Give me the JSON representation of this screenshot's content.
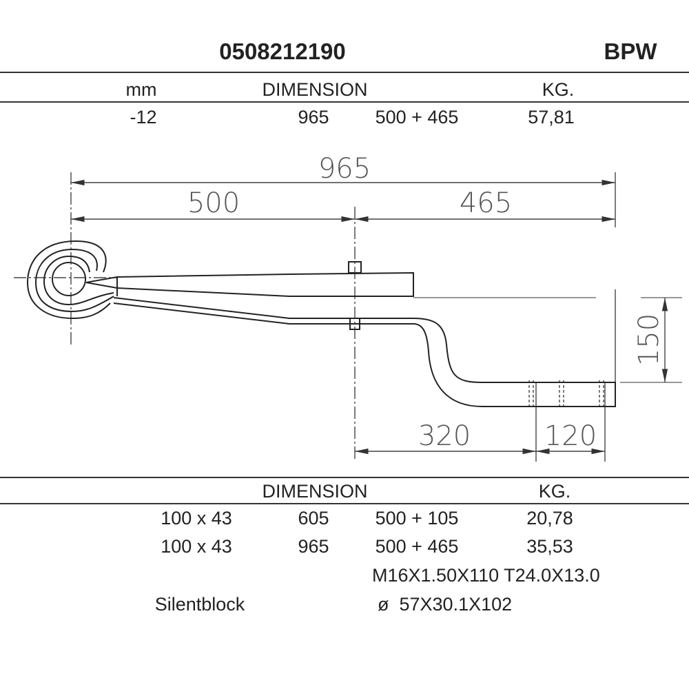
{
  "header": {
    "part_number": "0508212190",
    "brand": "BPW"
  },
  "top_table": {
    "headers": {
      "unit": "mm",
      "dimension": "DIMENSION",
      "weight": "KG."
    },
    "row": {
      "unit": "-12",
      "length": "965",
      "split": "500 + 465",
      "weight": "57,81"
    }
  },
  "drawing": {
    "dim_total": "965",
    "dim_front": "500",
    "dim_rear": "465",
    "dim_drop": "150",
    "dim_offset": "320",
    "dim_end": "120"
  },
  "bottom_table": {
    "headers": {
      "dimension": "DIMENSION",
      "weight": "KG."
    },
    "rows": [
      {
        "section": "100 x 43",
        "length": "605",
        "split": "500 + 105",
        "weight": "20,78"
      },
      {
        "section": "100 x 43",
        "length": "965",
        "split": "500 + 465",
        "weight": "35,53"
      }
    ],
    "silentblock_label": "Silentblock",
    "silentblock_line1": "M16X1.50X110 T24.0X13.0",
    "silentblock_line2": "ø  57X30.1X102"
  }
}
